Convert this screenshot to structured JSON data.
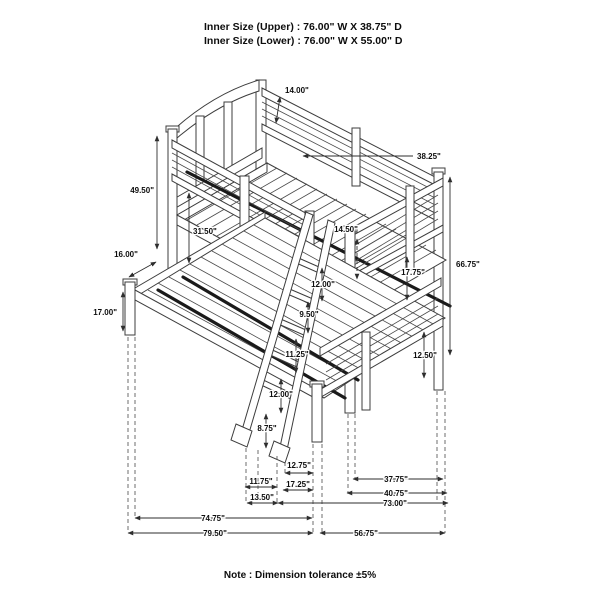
{
  "header": {
    "line1": "Inner Size (Upper) :  76.00\" W X 38.75\" D",
    "line2": "Inner Size (Lower) :  76.00\" W X 55.00\" D"
  },
  "footer": {
    "note": "Note : Dimension tolerance ±5%"
  },
  "diagram": {
    "subject": "twin-over-full bunk bed with ladder, isometric dimension drawing"
  },
  "dims": {
    "d14_00": "14.00\"",
    "d38_25": "38.25\"",
    "d49_50": "49.50\"",
    "d31_50": "31.50\"",
    "d14_50": "14.50\"",
    "d16_00": "16.00\"",
    "d17_00": "17.00\"",
    "d17_75": "17.75\"",
    "d66_75": "66.75\"",
    "d12_50": "12.50\"",
    "d12_00a": "12.00\"",
    "d9_50": "9.50\"",
    "d11_25": "11.25\"",
    "d12_00b": "12.00\"",
    "d8_75": "8.75\"",
    "d12_75": "12.75\"",
    "d11_75": "11.75\"",
    "d17_25": "17.25\"",
    "d13_50": "13.50\"",
    "d37_75": "37.75\"",
    "d40_75": "40.75\"",
    "d73_00": "73.00\"",
    "d74_75": "74.75\"",
    "d79_50": "79.50\"",
    "d56_75": "56.75\""
  }
}
